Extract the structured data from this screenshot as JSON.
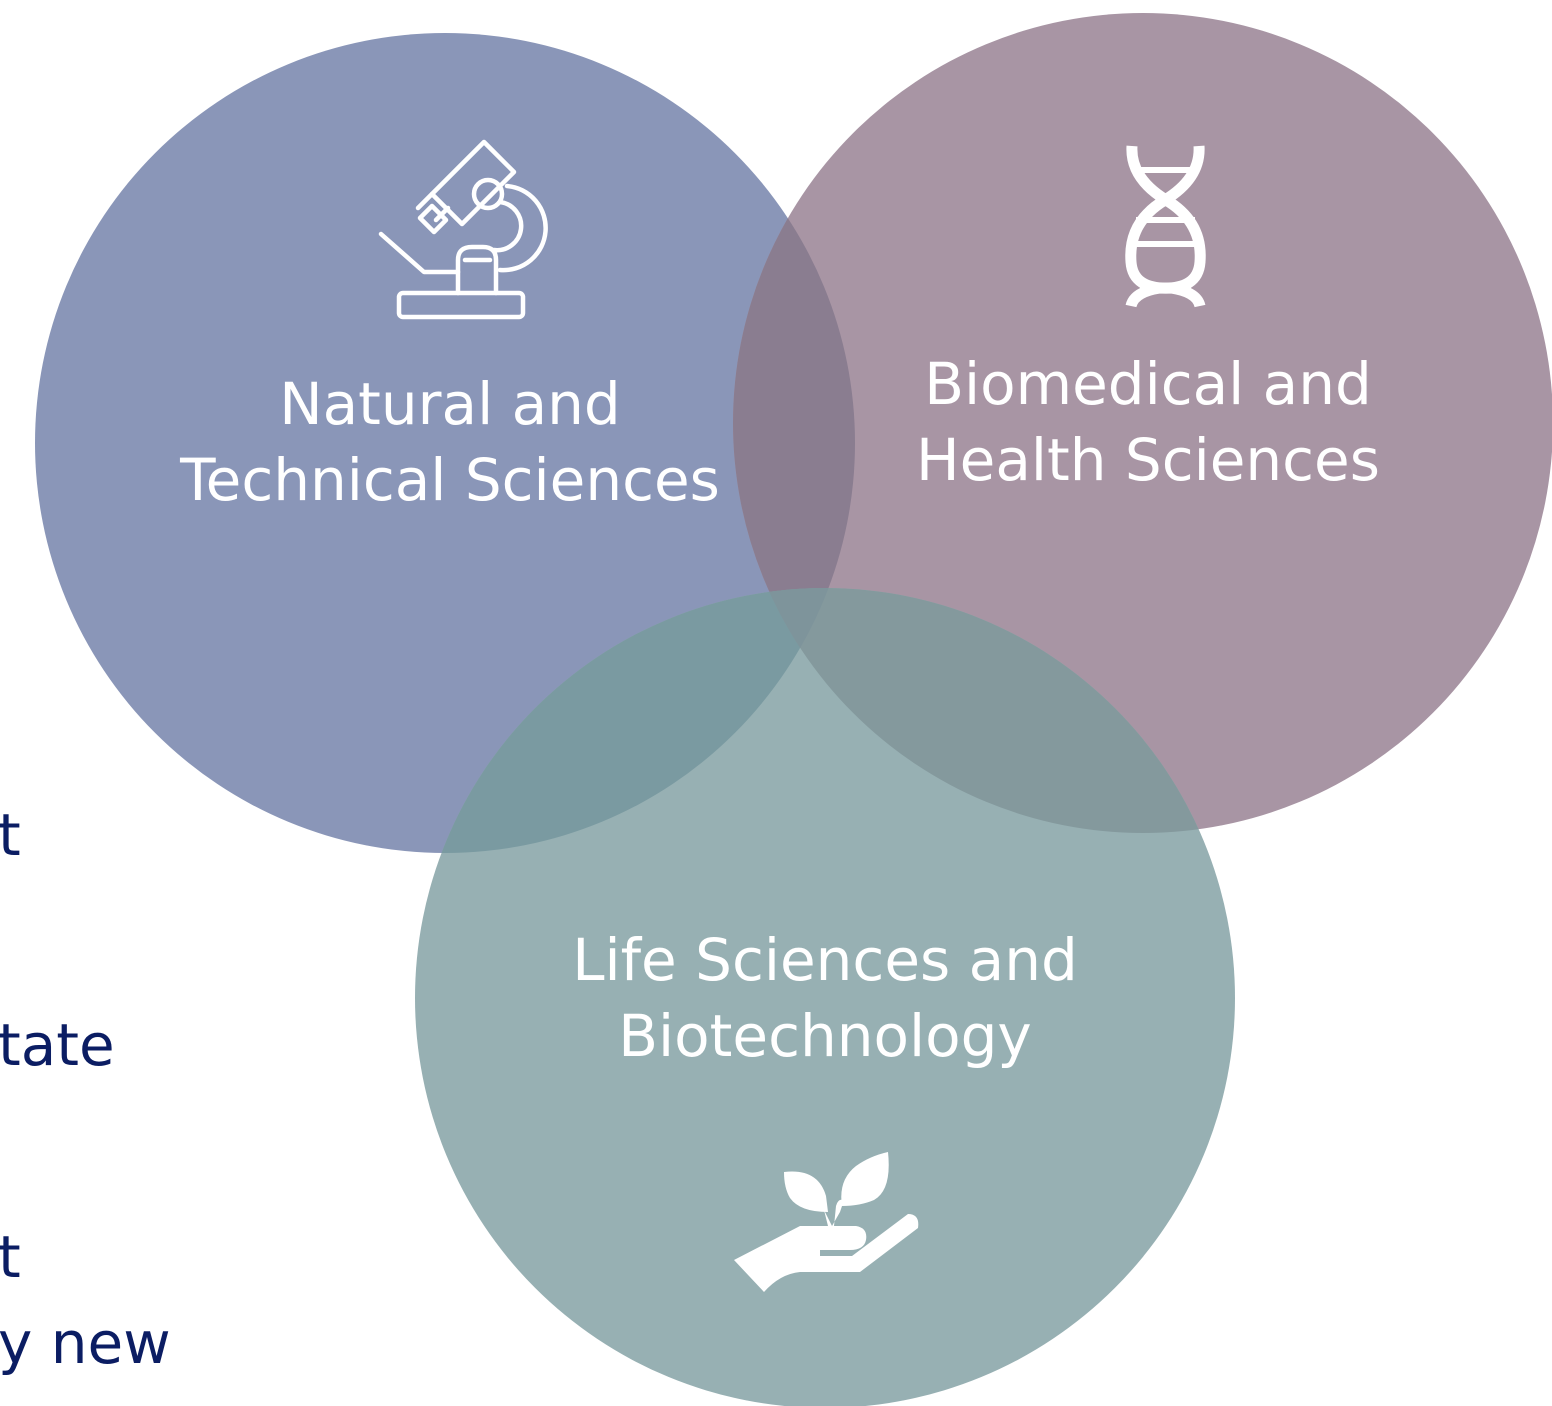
{
  "diagram": {
    "circles": [
      {
        "id": "natural",
        "label_lines": [
          "Natural and",
          "Technical Sciences"
        ],
        "icon": "microscope-icon",
        "color": "#8a96b8"
      },
      {
        "id": "biomedical",
        "label_lines": [
          "Biomedical and",
          "Health Sciences"
        ],
        "icon": "dna-icon",
        "color": "#a895a4"
      },
      {
        "id": "life",
        "label_lines": [
          "Life Sciences and",
          "Biotechnology"
        ],
        "icon": "plant-in-hand-icon",
        "color": "#8fabaf"
      }
    ],
    "side_text_fragments": [
      "t",
      "tate",
      "t",
      "y new"
    ],
    "colors": {
      "text_dark": "#0b1d63",
      "label_white": "#ffffff",
      "overlap_nat_bio": "#8a7f93",
      "overlap_nat_life": "#7b9ba2",
      "overlap_bio_life": "#85999f",
      "overlap_center": "#7f9099"
    }
  }
}
